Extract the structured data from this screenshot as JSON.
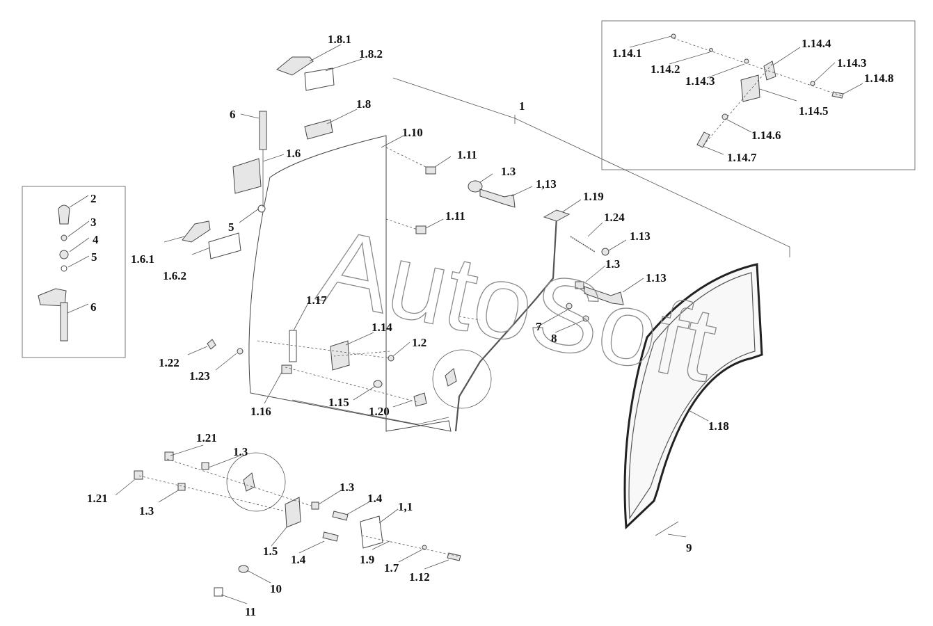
{
  "watermark": "AutoSoft",
  "labels": {
    "l_1": "1",
    "l_1_8_1": "1.8.1",
    "l_1_8_2": "1.8.2",
    "l_1_8": "1.8",
    "l_6a": "6",
    "l_1_6": "1.6",
    "l_1_10": "1.10",
    "l_1_11a": "1.11",
    "l_1_3a": "1.3",
    "l_1_13a": "1,13",
    "l_1_19": "1.19",
    "l_1_24": "1.24",
    "l_1_13b": "1.13",
    "l_1_11b": "1.11",
    "l_1_3b": "1.3",
    "l_1_13c": "1.13",
    "l_5a": "5",
    "l_1_6_1": "1.6.1",
    "l_1_6_2": "1.6.2",
    "l_2": "2",
    "l_3": "3",
    "l_4": "4",
    "l_5b": "5",
    "l_6b": "6",
    "l_1_17": "1.17",
    "l_1_14": "1.14",
    "l_1_2": "1.2",
    "l_7": "7",
    "l_8": "8",
    "l_1_22": "1.22",
    "l_1_23": "1.23",
    "l_1_16": "1.16",
    "l_1_15": "1.15",
    "l_1_20": "1.20",
    "l_1_18": "1.18",
    "l_1_21a": "1.21",
    "l_1_3c": "1.3",
    "l_1_21b": "1.21",
    "l_1_3d": "1.3",
    "l_1_3e": "1.3",
    "l_1_4a": "1.4",
    "l_1_1": "1,1",
    "l_1_5": "1.5",
    "l_1_4b": "1.4",
    "l_1_9": "1.9",
    "l_1_7": "1.7",
    "l_1_12": "1.12",
    "l_10": "10",
    "l_11": "11",
    "l_9": "9",
    "l_1_14_1": "1.14.1",
    "l_1_14_2": "1.14.2",
    "l_1_14_3a": "1.14.3",
    "l_1_14_4": "1.14.4",
    "l_1_14_3b": "1.14.3",
    "l_1_14_8": "1.14.8",
    "l_1_14_5": "1.14.5",
    "l_1_14_6": "1.14.6",
    "l_1_14_7": "1.14.7"
  }
}
